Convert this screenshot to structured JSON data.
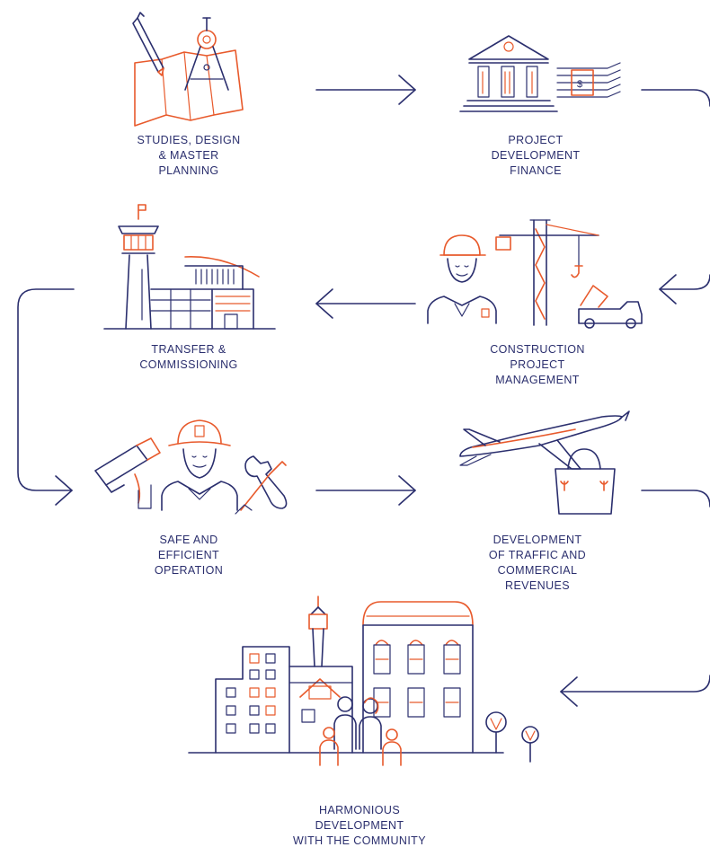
{
  "colors": {
    "primary": "#2b2f6e",
    "accent": "#e85a2c"
  },
  "steps": [
    {
      "icon": "map-drafting-compass-icon",
      "lines": [
        "STUDIES, DESIGN",
        "& MASTER",
        "PLANNING"
      ]
    },
    {
      "icon": "bank-money-icon",
      "lines": [
        "PROJECT",
        "DEVELOPMENT",
        "FINANCE"
      ]
    },
    {
      "icon": "engineer-crane-truck-icon",
      "lines": [
        "CONSTRUCTION",
        "PROJECT",
        "MANAGEMENT"
      ]
    },
    {
      "icon": "control-tower-terminal-icon",
      "lines": [
        "TRANSFER &",
        "COMMISSIONING"
      ]
    },
    {
      "icon": "camera-firefighter-tools-icon",
      "lines": [
        "SAFE AND",
        "EFFICIENT",
        "OPERATION"
      ]
    },
    {
      "icon": "airplane-shopping-bag-icon",
      "lines": [
        "DEVELOPMENT",
        "OF TRAFFIC AND",
        "COMMERCIAL",
        "REVENUES"
      ]
    },
    {
      "icon": "city-family-icon",
      "lines": [
        "HARMONIOUS",
        "DEVELOPMENT",
        "WITH THE COMMUNITY"
      ]
    }
  ]
}
